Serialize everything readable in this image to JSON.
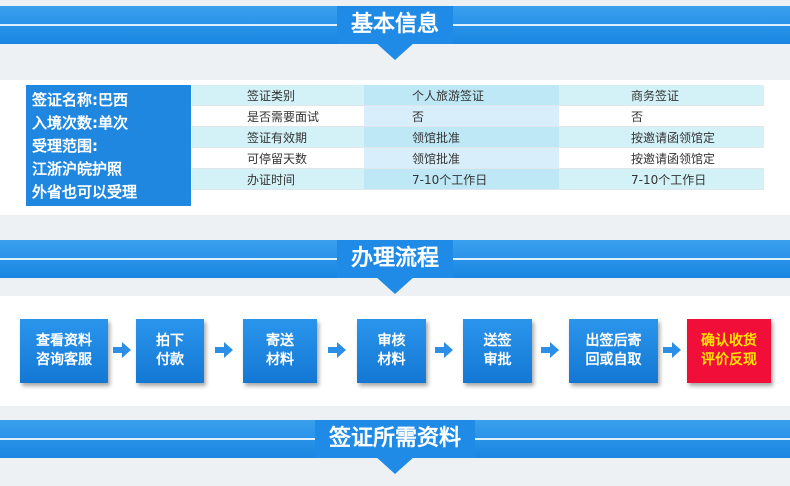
{
  "section1": {
    "title": "基本信息"
  },
  "summary": [
    "签证名称:巴西",
    "入境次数:单次",
    "受理范围:",
    "江浙沪皖护照",
    "外省也可以受理"
  ],
  "table": {
    "rows": [
      [
        "签证类别",
        "个人旅游签证",
        "商务签证"
      ],
      [
        "是否需要面试",
        "否",
        "否"
      ],
      [
        "签证有效期",
        "领馆批准",
        "按邀请函领馆定"
      ],
      [
        "可停留天数",
        "领馆批准",
        "按邀请函领馆定"
      ],
      [
        "办证时间",
        "7-10个工作日",
        "7-10个工作日"
      ]
    ]
  },
  "section2": {
    "title": "办理流程"
  },
  "steps": [
    [
      "查看资料",
      "咨询客服"
    ],
    [
      "拍下",
      "付款"
    ],
    [
      "寄送",
      "材料"
    ],
    [
      "审核",
      "材料"
    ],
    [
      "送签",
      "审批"
    ],
    [
      "出签后寄",
      "回或自取"
    ],
    [
      "确认收货",
      "评价反现"
    ]
  ],
  "section3": {
    "title": "签证所需资料"
  },
  "colors": {
    "band": "#1f8be6",
    "highlight_step": "#f10f3a",
    "highlight_text": "#ffe400"
  },
  "icons": {
    "step_arrow": "arrow-right-icon"
  }
}
